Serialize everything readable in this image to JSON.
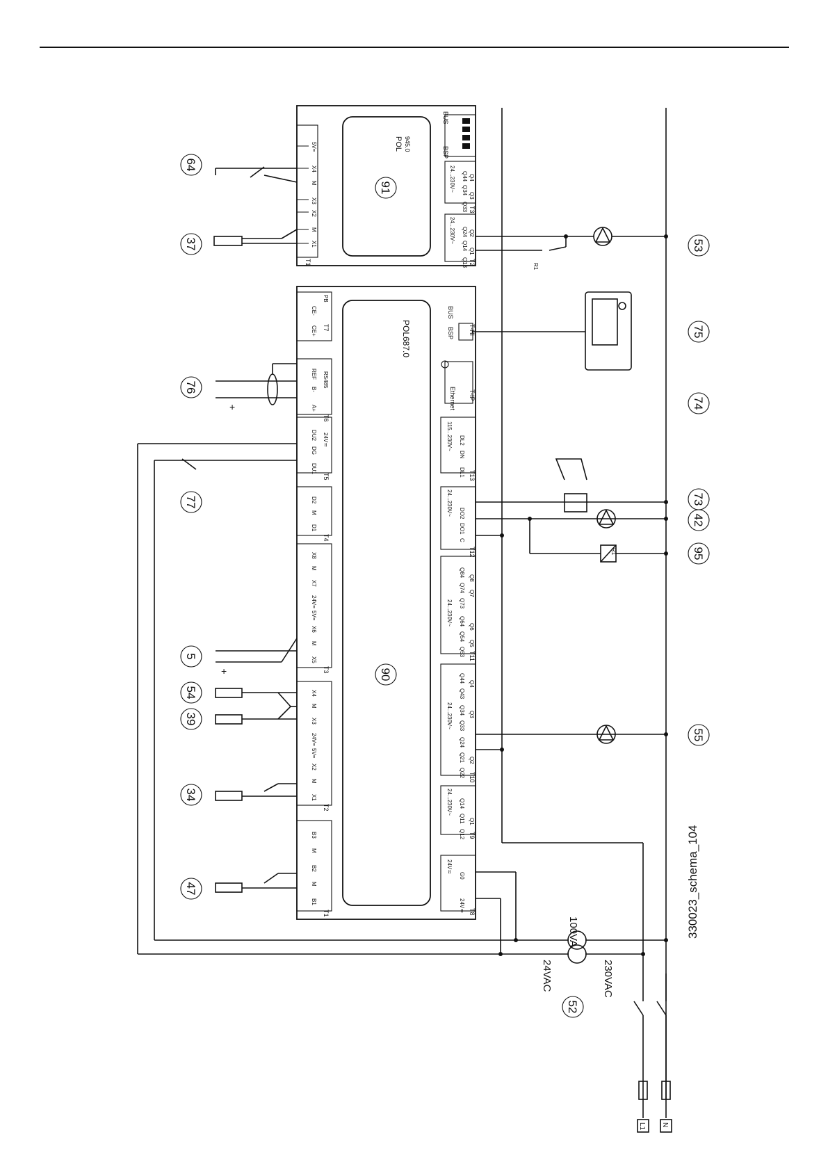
{
  "diagram_id": "330023_schema_104",
  "callouts": {
    "c64": "64",
    "c37": "37",
    "c91": "91",
    "c53": "53",
    "c76": "76",
    "c75": "75",
    "c74": "74",
    "c77": "77",
    "c73": "73",
    "c42": "42",
    "c95": "95",
    "c5": "5",
    "c54": "54",
    "c39": "39",
    "c90": "90",
    "c55": "55",
    "c34": "34",
    "c47": "47",
    "c52": "52"
  },
  "module_91": {
    "model": "POL",
    "model_sub": "945.0",
    "bus_label": "BUS",
    "bsp_label": "BSP",
    "t1_label": "T1",
    "t1_terms": [
      "X1",
      "M",
      "X2",
      "X3",
      "M",
      "X4",
      "5V="
    ],
    "t2_label": "T2",
    "t2_terms": [
      "Q13",
      "Q14",
      "Q24"
    ],
    "t2_groups": [
      "Q1",
      "Q2"
    ],
    "t2_voltage": "24...230V~",
    "t3_label": "T3",
    "t3_terms": [
      "Q33",
      "Q34",
      "Q44"
    ],
    "t3_groups": [
      "Q3",
      "Q4"
    ],
    "t3_voltage": "24...230V~",
    "relay_label": "R1"
  },
  "module_90": {
    "model": "POL687.0",
    "bus_label": "BUS",
    "bsp_label": "BSP",
    "t1_label": "T1",
    "t1_terms": [
      "B1",
      "M",
      "B2",
      "M",
      "B3"
    ],
    "t2_label": "T2",
    "t2_terms": [
      "X1",
      "M",
      "X2",
      "5V=",
      "24V=",
      "X3",
      "M",
      "X4"
    ],
    "t3_label": "T3",
    "t3_terms": [
      "X5",
      "M",
      "X6",
      "5V=",
      "24V=",
      "X7",
      "M",
      "X8"
    ],
    "t4_label": "T4",
    "t4_terms": [
      "D1",
      "M",
      "D2"
    ],
    "t5_label": "T5",
    "t5_terms": [
      "DU1",
      "DG",
      "DU2"
    ],
    "t5_voltage": "24V≂",
    "t6_label": "T6",
    "t6_terms": [
      "A+",
      "B-",
      "REF"
    ],
    "t6_bus": "RS485",
    "t7_label": "T7",
    "t7_terms": [
      "CE+",
      "CE-"
    ],
    "t7_bus": "PB",
    "t8_label": "T8",
    "t8_terms": [
      "24V≂",
      "G0"
    ],
    "t8_voltage": "24V≂",
    "t9_label": "T9",
    "t9_terms": [
      "Q12",
      "Q11",
      "Q14"
    ],
    "t9_groups": [
      "Q1"
    ],
    "t9_voltage": "24...230V~",
    "t10_label": "T10",
    "t10_terms": [
      "Q22",
      "Q21",
      "Q24",
      "Q33",
      "Q34",
      "Q43",
      "Q44"
    ],
    "t10_groups": [
      "Q2",
      "Q3",
      "Q4"
    ],
    "t10_voltage": "24...230V~",
    "t11_label": "T11",
    "t11_terms": [
      "Q53",
      "Q54",
      "Q64",
      "Q73",
      "Q74",
      "Q84"
    ],
    "t11_groups": [
      "Q5",
      "Q6",
      "Q7",
      "Q8"
    ],
    "t11_voltage": "24...230V~",
    "t12_label": "T12",
    "t12_terms": [
      "C",
      "DO1",
      "DO2"
    ],
    "t12_voltage": "24...230V~",
    "t13_label": "T13",
    "t13_terms": [
      "DL1",
      "DN",
      "DL2"
    ],
    "t13_voltage": "115...230V~",
    "tip_label": "T-IP",
    "ethernet_label": "Ethernet",
    "thi_label": "T-HI",
    "relay_label": "R1"
  },
  "power": {
    "transformer_va": "100VA",
    "secondary": "24VAC",
    "primary": "230VAC",
    "l1": "L1",
    "n": "N",
    "plus_76": "+",
    "plus_5": "+"
  }
}
